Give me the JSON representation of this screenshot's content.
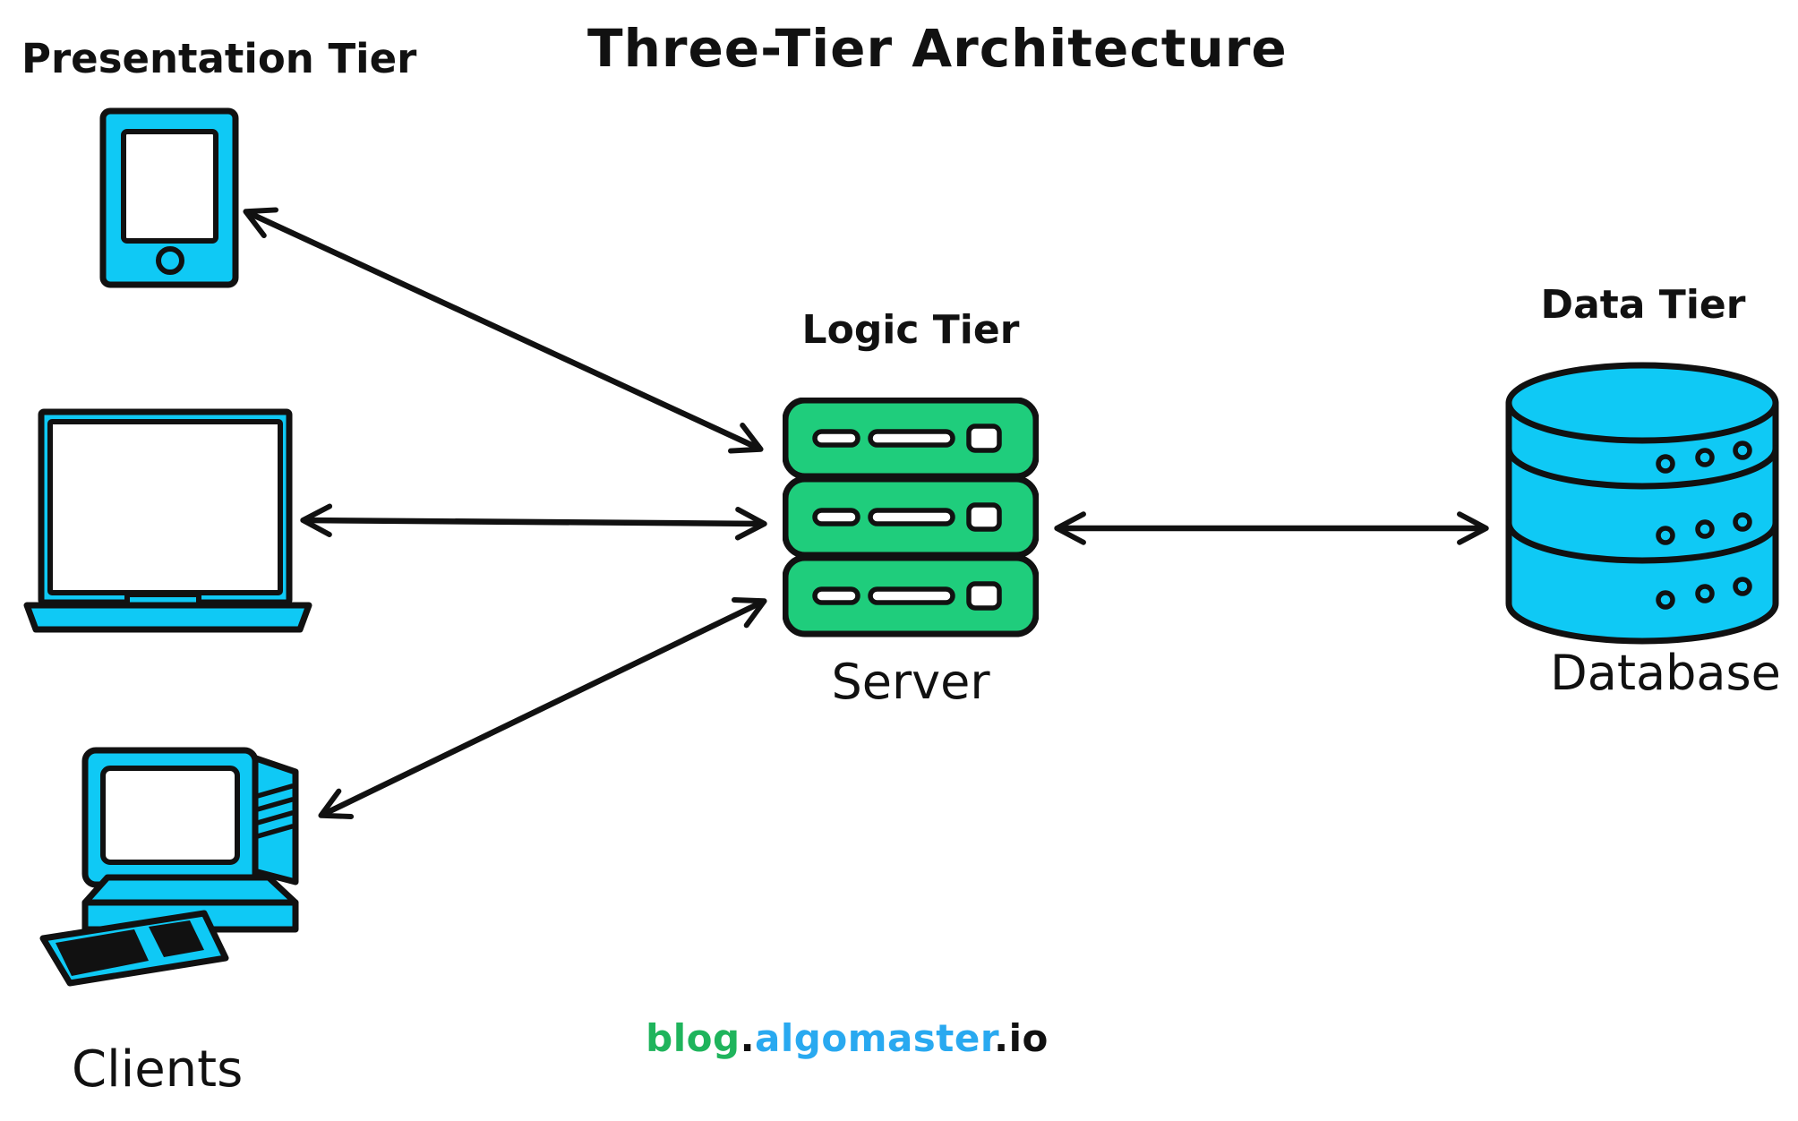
{
  "title": "Three-Tier Architecture",
  "tiers": {
    "presentation": {
      "label": "Presentation Tier",
      "caption": "Clients",
      "devices": [
        "tablet",
        "laptop",
        "desktop"
      ]
    },
    "logic": {
      "label": "Logic Tier",
      "caption": "Server"
    },
    "data": {
      "label": "Data Tier",
      "caption": "Database"
    }
  },
  "connections": [
    {
      "from": "tablet",
      "to": "server",
      "bidirectional": true
    },
    {
      "from": "laptop",
      "to": "server",
      "bidirectional": true
    },
    {
      "from": "desktop",
      "to": "server",
      "bidirectional": true
    },
    {
      "from": "server",
      "to": "database",
      "bidirectional": true
    }
  ],
  "footer": {
    "segments": [
      {
        "text": "blog",
        "color": "#1fb45c"
      },
      {
        "text": ".",
        "color": "#111111"
      },
      {
        "text": "algomaster",
        "color": "#29a9f0"
      },
      {
        "text": ".",
        "color": "#111111"
      },
      {
        "text": "io",
        "color": "#111111"
      }
    ]
  },
  "colors": {
    "device-cyan": "#0fc9f5",
    "server-green": "#1fcd7c",
    "outline": "#111111"
  }
}
